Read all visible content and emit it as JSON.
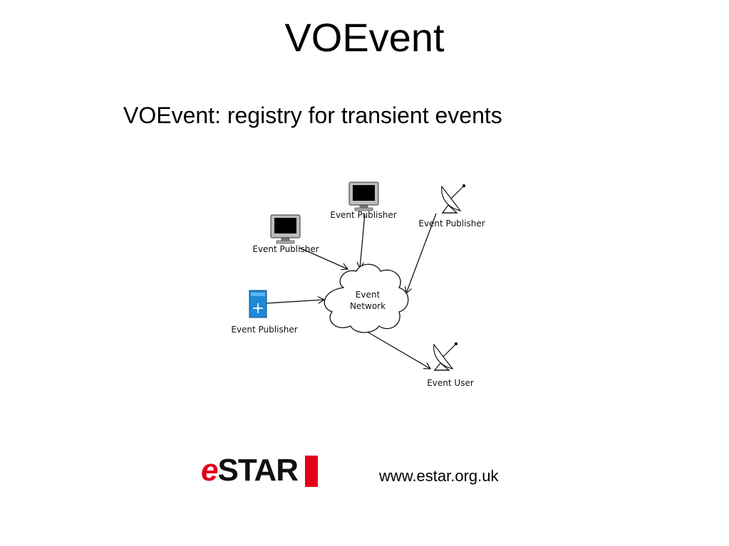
{
  "slide": {
    "title": "VOEvent",
    "subtitle": "VOEvent: registry for transient events",
    "url": "www.estar.org.uk"
  },
  "logo": {
    "letter_e": "e",
    "text": "STAR",
    "color": "#e2001a"
  },
  "diagram": {
    "nodes": {
      "publisher_top": {
        "label": "Event Publisher",
        "icon": "monitor-icon"
      },
      "publisher_left": {
        "label": "Event Publisher",
        "icon": "monitor-icon"
      },
      "publisher_dish": {
        "label": "Event Publisher",
        "icon": "satellite-dish-icon"
      },
      "publisher_server": {
        "label": "Event Publisher",
        "icon": "server-icon"
      },
      "network": {
        "label_line1": "Event",
        "label_line2": "Network",
        "icon": "cloud-icon"
      },
      "user": {
        "label": "Event User",
        "icon": "satellite-dish-icon"
      }
    }
  }
}
